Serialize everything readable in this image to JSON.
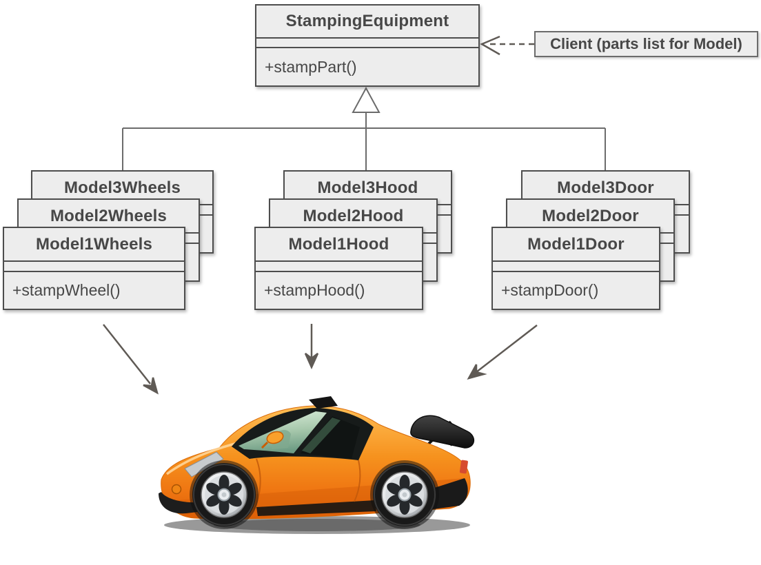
{
  "diagram_type": "uml-class-diagram-builder-pattern",
  "superclass": {
    "name": "StampingEquipment",
    "attributes": "",
    "method": "+stampPart()"
  },
  "note": {
    "label": "Client (parts list for Model)"
  },
  "stacks": [
    {
      "part": "Wheels",
      "back": "Model3Wheels",
      "middle": "Model2Wheels",
      "front": "Model1Wheels",
      "method": "+stampWheel()"
    },
    {
      "part": "Hood",
      "back": "Model3Hood",
      "middle": "Model2Hood",
      "front": "Model1Hood",
      "method": "+stampHood()"
    },
    {
      "part": "Door",
      "back": "Model3Door",
      "middle": "Model2Door",
      "front": "Model1Door",
      "method": "+stampDoor()"
    }
  ],
  "car": {
    "description": "orange cartoon sports car with rear spoiler"
  },
  "colors": {
    "background": "#ffffff",
    "box_fill": "#ededed",
    "box_border": "#4d4d4d",
    "text": "#474747",
    "connector_line": "#6b6b6b",
    "car_arrow": "#5f5a55",
    "car_orange": "#F58220"
  }
}
